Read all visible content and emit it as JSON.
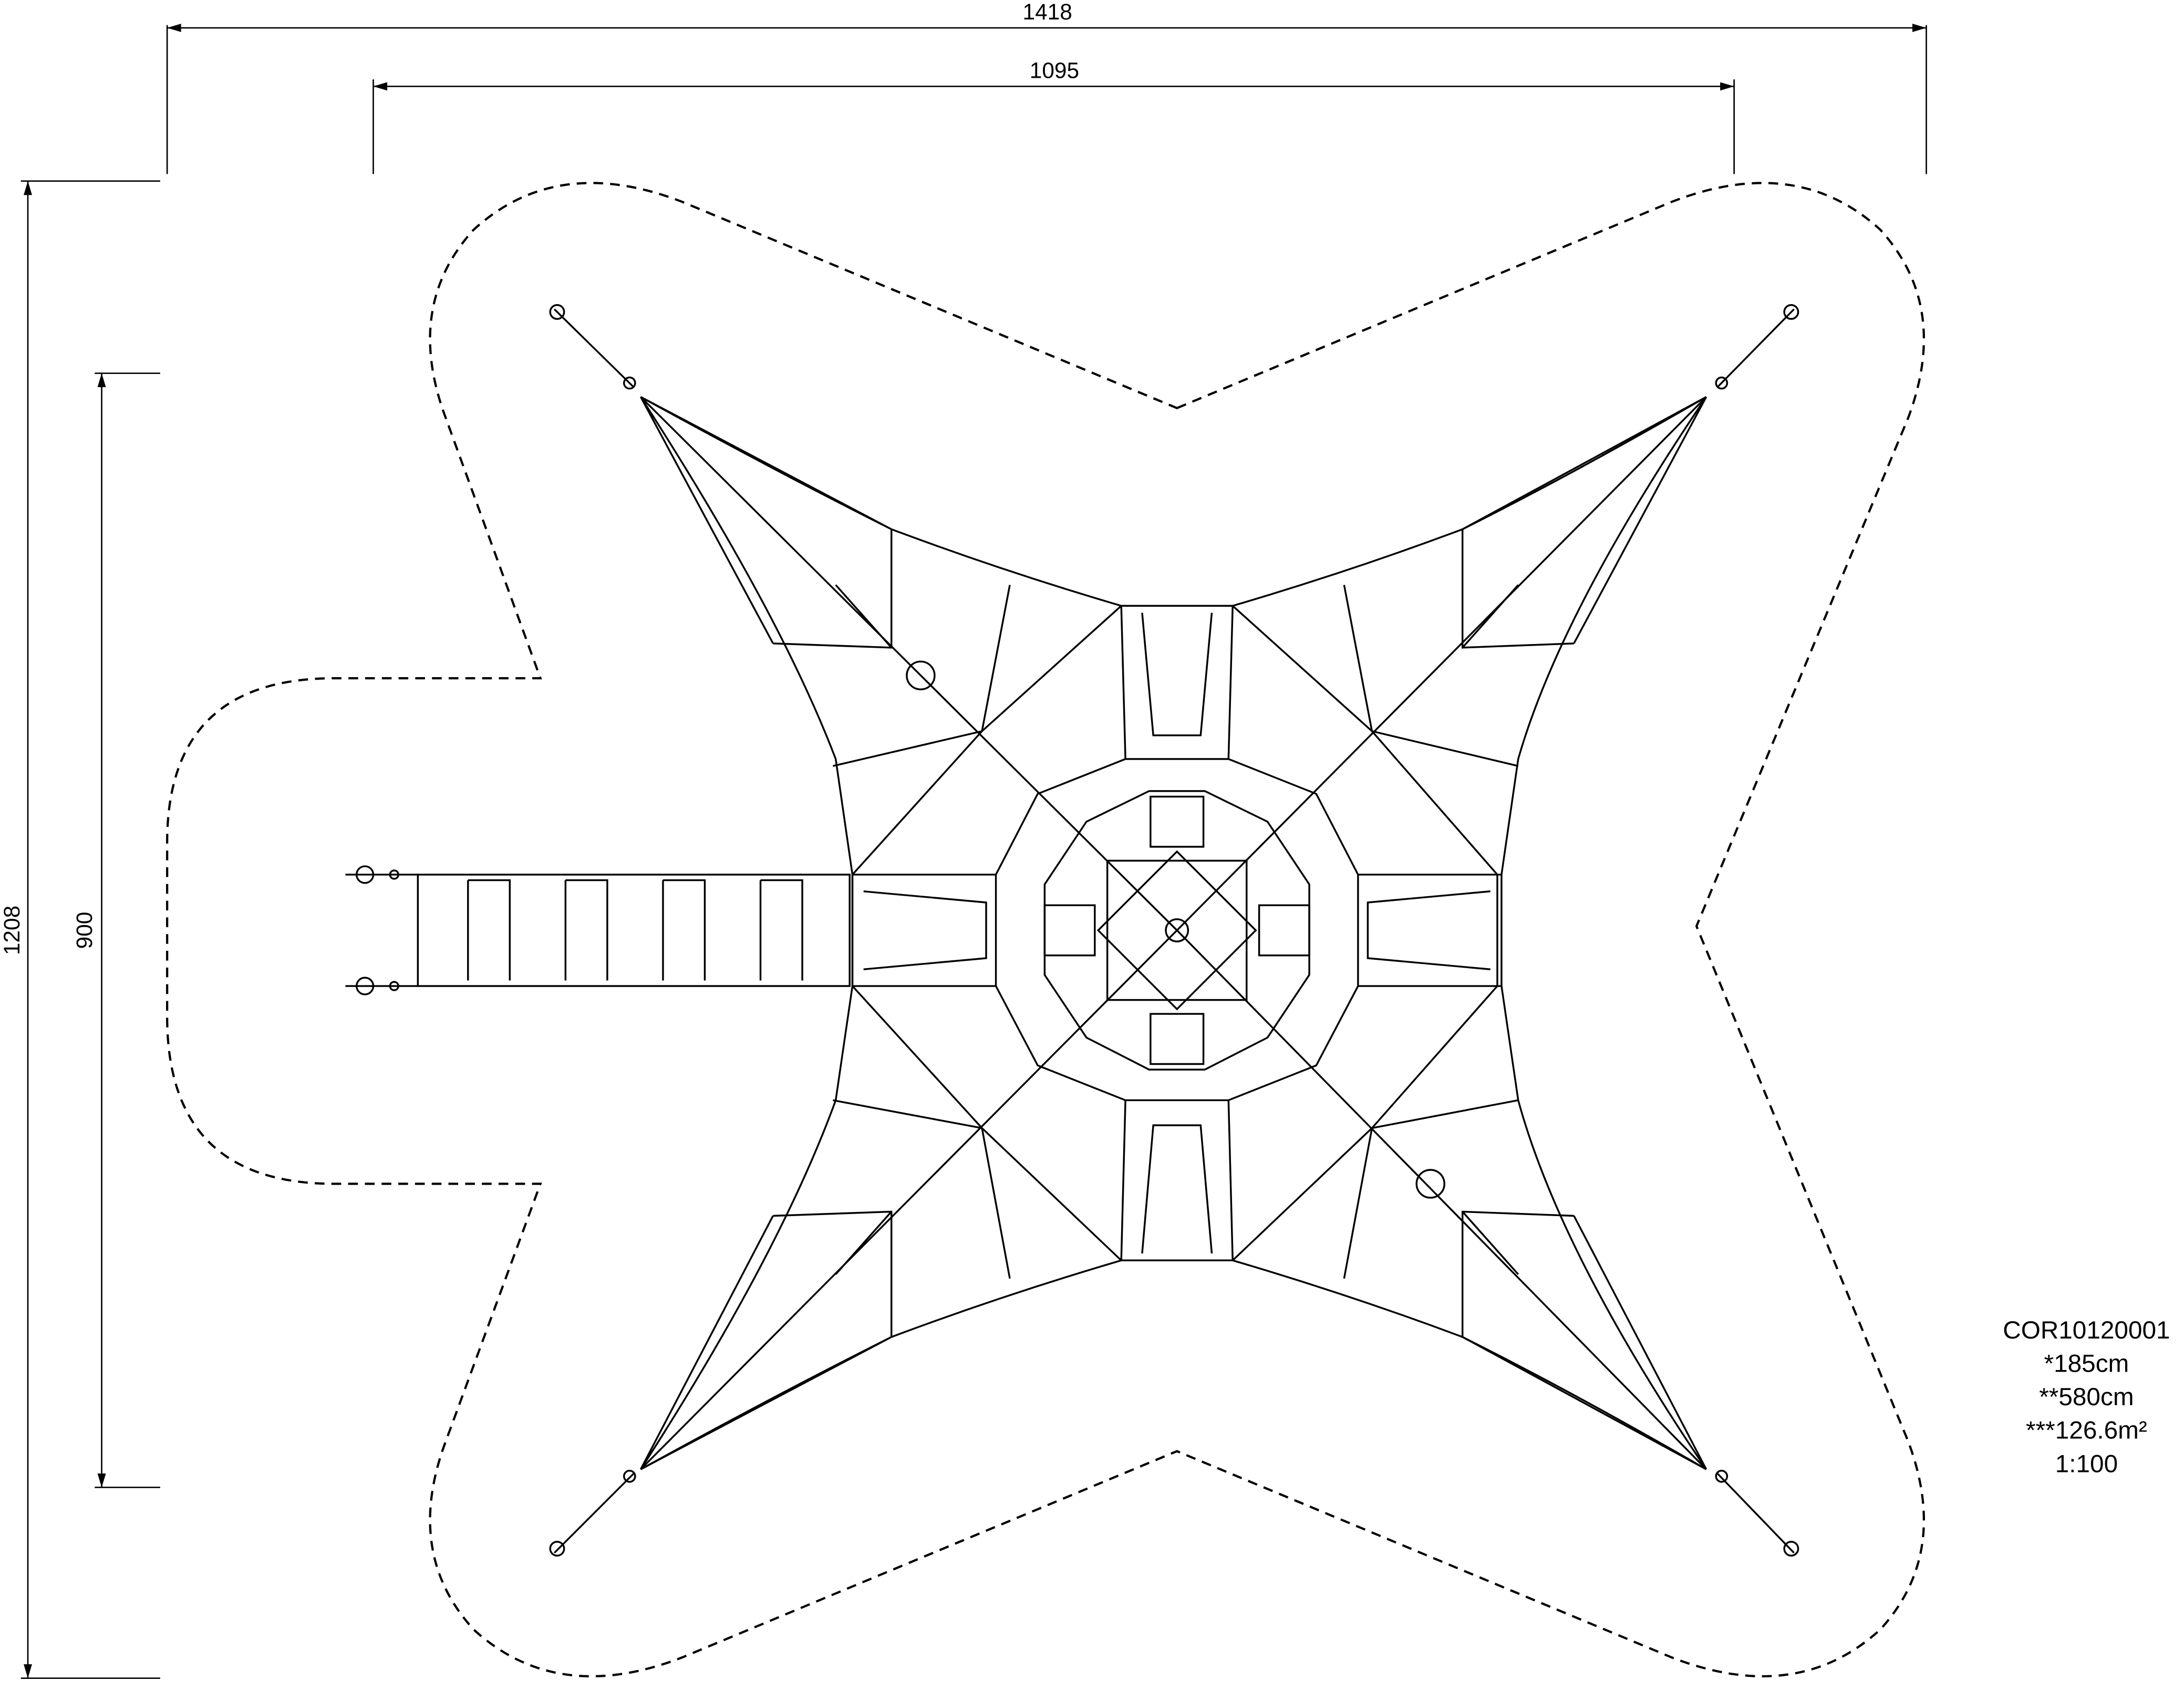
{
  "dimensions": {
    "overall_width": "1418",
    "net_width": "1095",
    "overall_height": "1208",
    "net_height": "900"
  },
  "info": {
    "product_code": "COR10120001",
    "height": "*185cm",
    "length": "**580cm",
    "area": "***126.6m²",
    "scale": "1:100"
  }
}
